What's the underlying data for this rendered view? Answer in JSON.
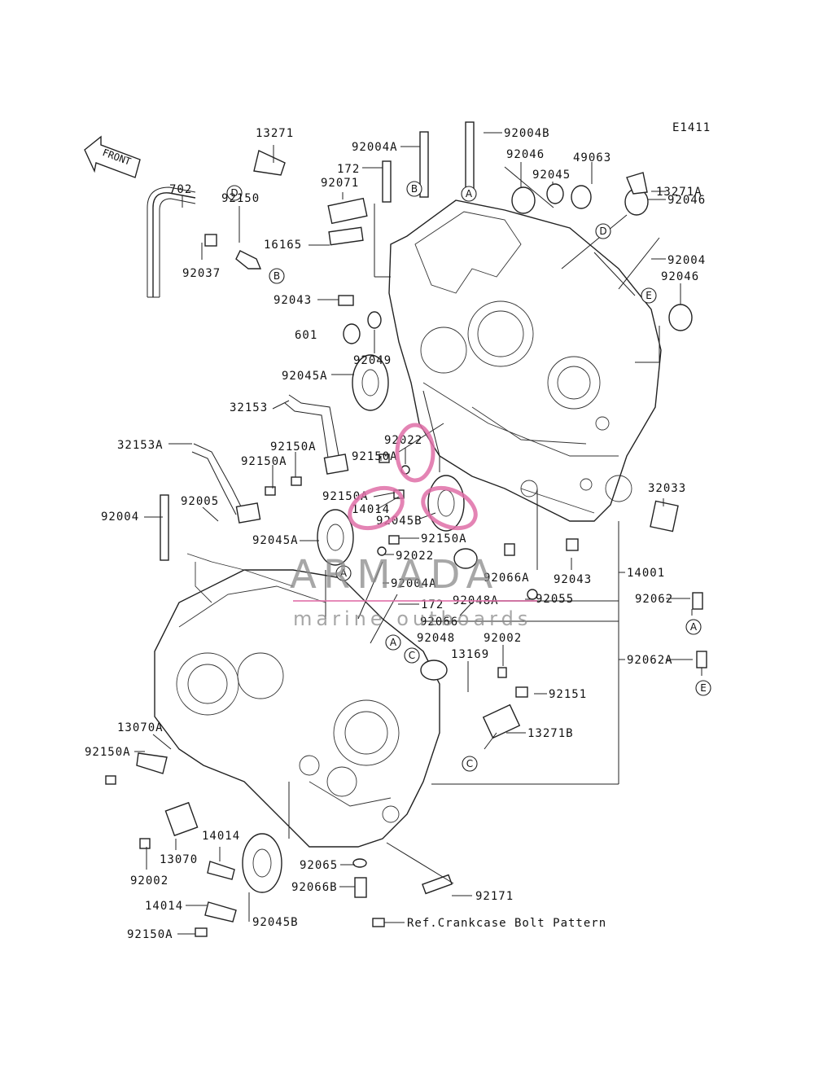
{
  "figure_code": "E1411",
  "front_arrow_label": "FRONT",
  "watermark": {
    "brand": "ARMADA",
    "tagline": "marine outboards",
    "logo_color": "#e06fa8"
  },
  "labels": {
    "p13271": "13271",
    "p702": "702",
    "p92150": "92150",
    "p92037": "92037",
    "p92071": "92071",
    "p172a": "172",
    "p16165": "16165",
    "p92004A": "92004A",
    "p92004B": "92004B",
    "p92046a": "92046",
    "p49063": "49063",
    "p92045": "92045",
    "p13271A": "13271A",
    "p92046b": "92046",
    "p92004a": "92004",
    "p92046c": "92046",
    "p92043a": "92043",
    "p601": "601",
    "p92049": "92049",
    "p92045A_top": "92045A",
    "p32153": "32153",
    "p32153A": "32153A",
    "p92150A_1": "92150A",
    "p92150A_2": "92150A",
    "p92022a": "92022",
    "p92150A_3": "92150A",
    "p92005": "92005",
    "p92150A_4": "92150A",
    "p14014a": "14014",
    "p92004b": "92004",
    "p92045B_mid": "92045B",
    "p92045A_mid": "92045A",
    "p92150A_5": "92150A",
    "p32033": "32033",
    "p92022b": "92022",
    "p92004A_mid": "92004A",
    "p92066A": "92066A",
    "p92043b": "92043",
    "p14001": "14001",
    "p172b": "172",
    "p92048A": "92048A",
    "p92055": "92055",
    "p92062": "92062",
    "p92066": "92066",
    "p92048": "92048",
    "p92002a": "92002",
    "p13169": "13169",
    "p92062A": "92062A",
    "p92151": "92151",
    "p13070A": "13070A",
    "p13271B": "13271B",
    "p92150A_6": "92150A",
    "p14014b": "14014",
    "p13070": "13070",
    "p92002b": "92002",
    "p92065": "92065",
    "p92066B": "92066B",
    "p92171": "92171",
    "p14014c": "14014",
    "p92150A_7": "92150A",
    "p92045B_bot": "92045B",
    "ref_note": "Ref.Crankcase Bolt Pattern"
  },
  "callouts": {
    "A": "A",
    "B": "B",
    "C": "C",
    "D": "D",
    "E": "E"
  }
}
